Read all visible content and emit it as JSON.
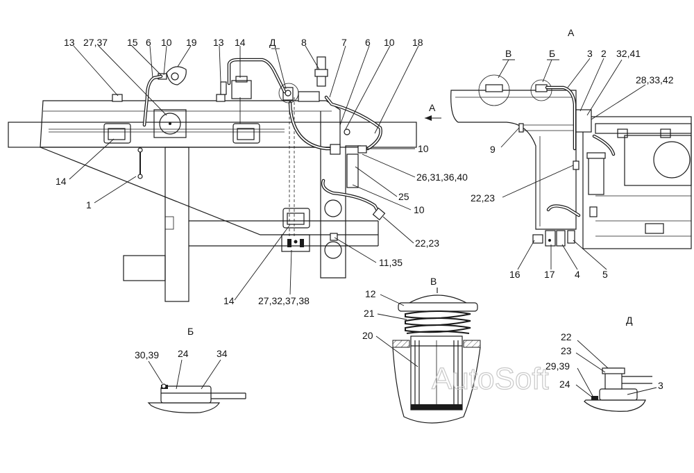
{
  "callouts_main": {
    "c13a": "13",
    "c2737": "27,37",
    "c15": "15",
    "c6a": "6",
    "c10a": "10",
    "c19": "19",
    "c13b": "13",
    "c14a": "14",
    "cD": "Д",
    "c8": "8",
    "c7": "7",
    "c6b": "6",
    "c10b": "10",
    "c18": "18",
    "c10c": "10",
    "c26": "26,31,36,40",
    "c25": "25",
    "c10d": "10",
    "c2223": "22,23",
    "c1135": "11,35",
    "c14b": "14",
    "c27323738": "27,32,37,38",
    "c1": "1",
    "c14c": "14",
    "cArrowA": "А"
  },
  "view_A": {
    "title": "А",
    "cV": "В",
    "cB": "Б",
    "c3": "3",
    "c2": "2",
    "c3241": "32,41",
    "c283342": "28,33,42",
    "c9": "9",
    "c2223": "22,23",
    "c16": "16",
    "c17": "17",
    "c4": "4",
    "c5": "5"
  },
  "view_V": {
    "title": "В",
    "c12": "12",
    "c21": "21",
    "c20": "20"
  },
  "view_B": {
    "title": "Б",
    "c3039": "30,39",
    "c24": "24",
    "c34": "34"
  },
  "view_D": {
    "title": "Д",
    "c22": "22",
    "c23": "23",
    "c2939": "29,39",
    "c24": "24",
    "c3": "3"
  },
  "watermark": "AutoSoft"
}
